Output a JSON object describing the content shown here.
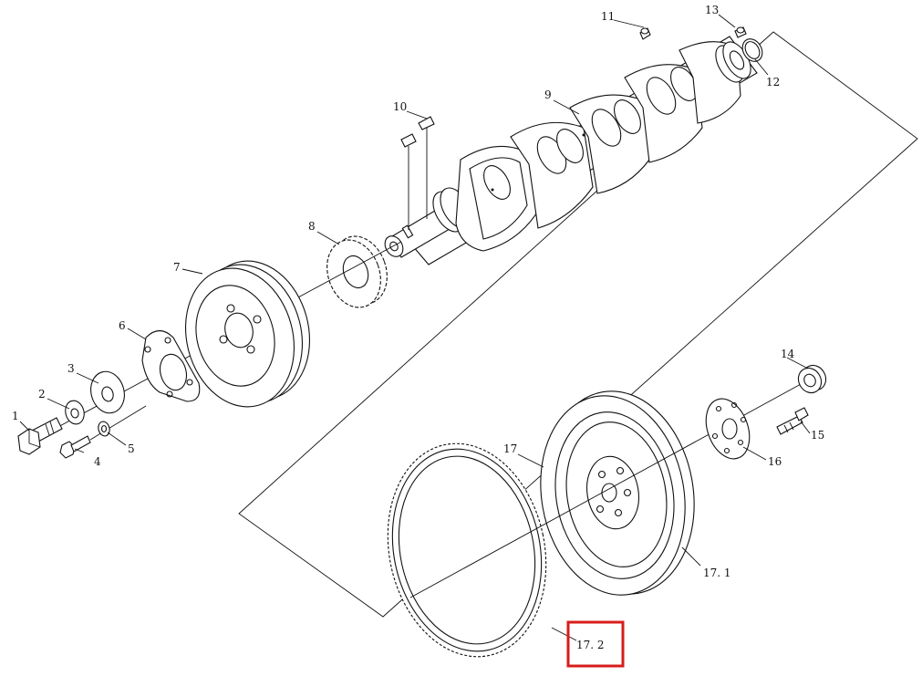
{
  "callouts": {
    "c1": "1",
    "c2": "2",
    "c3": "3",
    "c4": "4",
    "c5": "5",
    "c6": "6",
    "c7": "7",
    "c8": "8",
    "c9": "9",
    "c10": "10",
    "c11": "11",
    "c12": "12",
    "c13": "13",
    "c14": "14",
    "c15": "15",
    "c16": "16",
    "c17": "17",
    "c17_1": "17. 1",
    "c17_2": "17. 2"
  },
  "highlight": {
    "target": "17. 2",
    "color": "#d81c1c"
  }
}
